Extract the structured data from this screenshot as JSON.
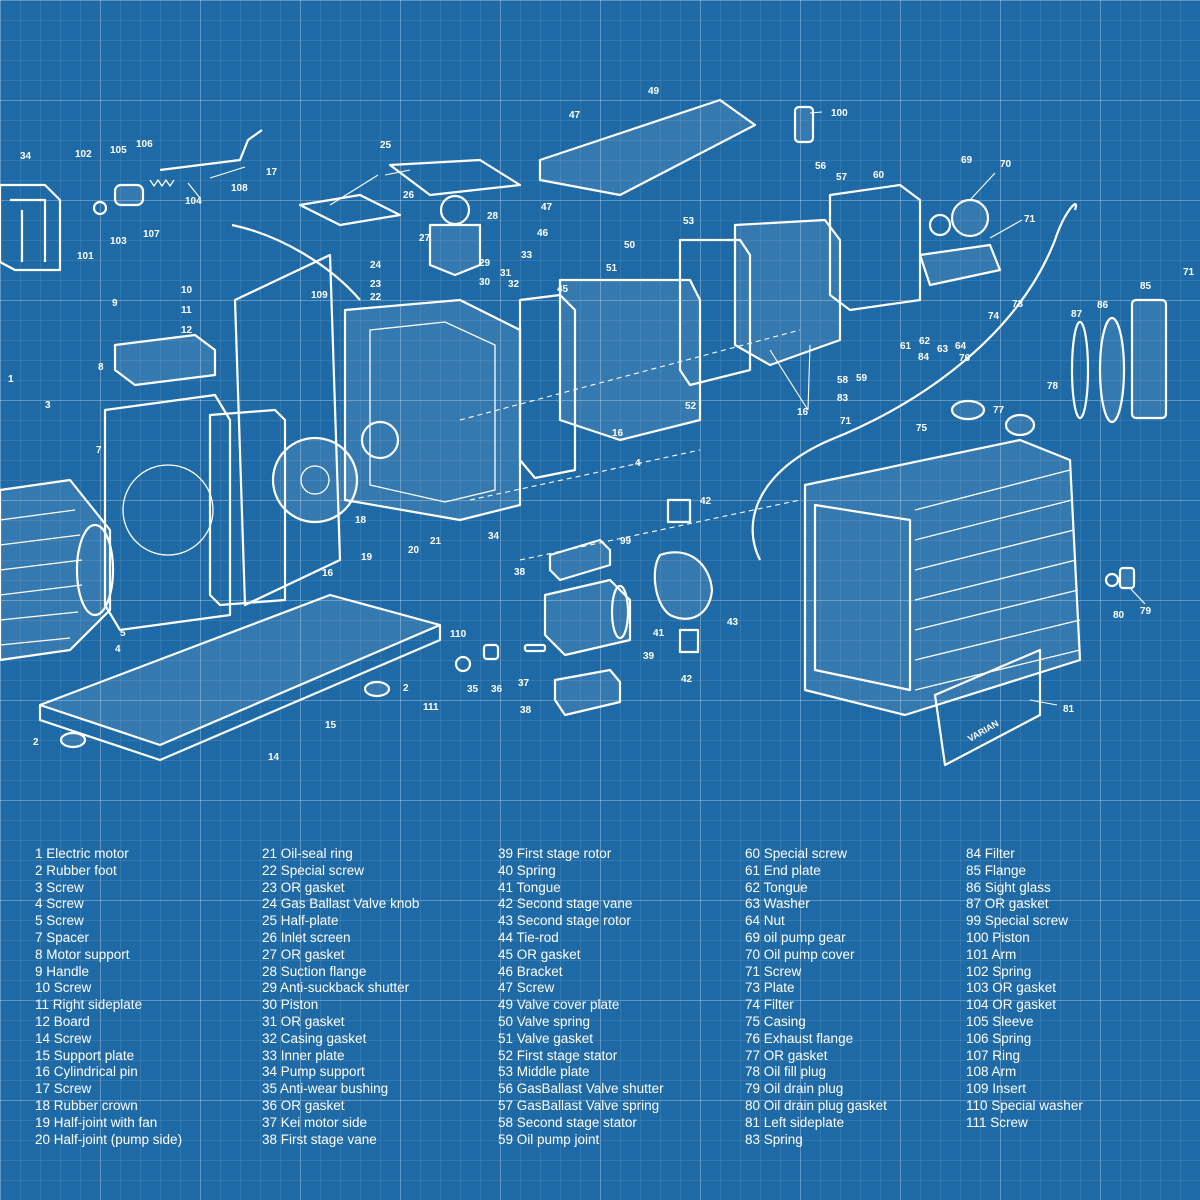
{
  "callouts": [
    {
      "id": "c1",
      "text": "1"
    },
    {
      "id": "c2a",
      "text": "2"
    },
    {
      "id": "c2b",
      "text": "2"
    },
    {
      "id": "c3",
      "text": "3"
    },
    {
      "id": "c4",
      "text": "4"
    },
    {
      "id": "c4b",
      "text": "4"
    },
    {
      "id": "c5",
      "text": "5"
    },
    {
      "id": "c7",
      "text": "7"
    },
    {
      "id": "c8",
      "text": "8"
    },
    {
      "id": "c9",
      "text": "9"
    },
    {
      "id": "c10",
      "text": "10"
    },
    {
      "id": "c11",
      "text": "11"
    },
    {
      "id": "c12",
      "text": "12"
    },
    {
      "id": "c14",
      "text": "14"
    },
    {
      "id": "c15",
      "text": "15"
    },
    {
      "id": "c16a",
      "text": "16"
    },
    {
      "id": "c16b",
      "text": "16"
    },
    {
      "id": "c16c",
      "text": "16"
    },
    {
      "id": "c17",
      "text": "17"
    },
    {
      "id": "c18",
      "text": "18"
    },
    {
      "id": "c19",
      "text": "19"
    },
    {
      "id": "c20",
      "text": "20"
    },
    {
      "id": "c21",
      "text": "21"
    },
    {
      "id": "c22",
      "text": "22"
    },
    {
      "id": "c23",
      "text": "23"
    },
    {
      "id": "c24",
      "text": "24"
    },
    {
      "id": "c25",
      "text": "25"
    },
    {
      "id": "c26",
      "text": "26"
    },
    {
      "id": "c27",
      "text": "27"
    },
    {
      "id": "c28",
      "text": "28"
    },
    {
      "id": "c29",
      "text": "29"
    },
    {
      "id": "c30",
      "text": "30"
    },
    {
      "id": "c31",
      "text": "31"
    },
    {
      "id": "c32",
      "text": "32"
    },
    {
      "id": "c33",
      "text": "33"
    },
    {
      "id": "c34a",
      "text": "34"
    },
    {
      "id": "c34b",
      "text": "34"
    },
    {
      "id": "c35",
      "text": "35"
    },
    {
      "id": "c36",
      "text": "36"
    },
    {
      "id": "c37",
      "text": "37"
    },
    {
      "id": "c38a",
      "text": "38"
    },
    {
      "id": "c38b",
      "text": "38"
    },
    {
      "id": "c39",
      "text": "39"
    },
    {
      "id": "c41",
      "text": "41"
    },
    {
      "id": "c42a",
      "text": "42"
    },
    {
      "id": "c42b",
      "text": "42"
    },
    {
      "id": "c43",
      "text": "43"
    },
    {
      "id": "c45",
      "text": "45"
    },
    {
      "id": "c46",
      "text": "46"
    },
    {
      "id": "c47a",
      "text": "47"
    },
    {
      "id": "c47b",
      "text": "47"
    },
    {
      "id": "c49",
      "text": "49"
    },
    {
      "id": "c50",
      "text": "50"
    },
    {
      "id": "c51",
      "text": "51"
    },
    {
      "id": "c52",
      "text": "52"
    },
    {
      "id": "c53",
      "text": "53"
    },
    {
      "id": "c56",
      "text": "56"
    },
    {
      "id": "c57",
      "text": "57"
    },
    {
      "id": "c58",
      "text": "58"
    },
    {
      "id": "c59",
      "text": "59"
    },
    {
      "id": "c60",
      "text": "60"
    },
    {
      "id": "c61",
      "text": "61"
    },
    {
      "id": "c62",
      "text": "62"
    },
    {
      "id": "c63",
      "text": "63"
    },
    {
      "id": "c64",
      "text": "64"
    },
    {
      "id": "c69",
      "text": "69"
    },
    {
      "id": "c70",
      "text": "70"
    },
    {
      "id": "c71a",
      "text": "71"
    },
    {
      "id": "c71b",
      "text": "71"
    },
    {
      "id": "c71c",
      "text": "71"
    },
    {
      "id": "c73",
      "text": "73"
    },
    {
      "id": "c74",
      "text": "74"
    },
    {
      "id": "c75",
      "text": "75"
    },
    {
      "id": "c76",
      "text": "76"
    },
    {
      "id": "c77",
      "text": "77"
    },
    {
      "id": "c78",
      "text": "78"
    },
    {
      "id": "c79",
      "text": "79"
    },
    {
      "id": "c80",
      "text": "80"
    },
    {
      "id": "c81",
      "text": "81"
    },
    {
      "id": "c83",
      "text": "83"
    },
    {
      "id": "c84",
      "text": "84"
    },
    {
      "id": "c85",
      "text": "85"
    },
    {
      "id": "c86",
      "text": "86"
    },
    {
      "id": "c87",
      "text": "87"
    },
    {
      "id": "c99",
      "text": "99"
    },
    {
      "id": "c100",
      "text": "100"
    },
    {
      "id": "c101",
      "text": "101"
    },
    {
      "id": "c102",
      "text": "102"
    },
    {
      "id": "c103",
      "text": "103"
    },
    {
      "id": "c104",
      "text": "104"
    },
    {
      "id": "c105",
      "text": "105"
    },
    {
      "id": "c106",
      "text": "106"
    },
    {
      "id": "c107",
      "text": "107"
    },
    {
      "id": "c108",
      "text": "108"
    },
    {
      "id": "c109",
      "text": "109"
    },
    {
      "id": "c110",
      "text": "110"
    },
    {
      "id": "c111",
      "text": "111"
    }
  ],
  "brand": "VARIAN",
  "legend": {
    "columns": [
      [
        "1 Electric motor",
        "2 Rubber foot",
        "3 Screw",
        "4 Screw",
        "5 Screw",
        "7 Spacer",
        "8 Motor support",
        "9 Handle",
        "10 Screw",
        "11 Right sideplate",
        "12 Board",
        "14 Screw",
        "15 Support plate",
        "16 Cylindrical pin",
        "17 Screw",
        "18 Rubber crown",
        "19 Half-joint with fan",
        "20 Half-joint (pump side)"
      ],
      [
        "21 Oil-seal ring",
        "22 Special screw",
        "23 OR gasket",
        "24 Gas Ballast Valve knob",
        "25 Half-plate",
        "26 Inlet screen",
        "27 OR gasket",
        "28 Suction flange",
        "29 Anti-suckback shutter",
        "30 Piston",
        "31 OR gasket",
        "32 Casing gasket",
        "33 Inner plate",
        "34 Pump support",
        "35 Anti-wear bushing",
        "36 OR gasket",
        "37 Kei motor side",
        "38 First stage vane"
      ],
      [
        "39 First stage rotor",
        "40 Spring",
        "41 Tongue",
        "42 Second stage vane",
        "43 Second stage rotor",
        "44 Tie-rod",
        "45 OR gasket",
        "46 Bracket",
        "47 Screw",
        "49 Valve cover plate",
        "50 Valve spring",
        "51 Valve gasket",
        "52 First stage stator",
        "53 Middle plate",
        "56 GasBallast Valve shutter",
        "57 GasBallast Valve spring",
        "58 Second stage stator",
        "59 Oil pump joint"
      ],
      [
        "60 Special screw",
        "61 End plate",
        "62 Tongue",
        "63 Washer",
        "64 Nut",
        "69  oil pump gear",
        "70 Oil pump cover",
        "71 Screw",
        "73 Plate",
        "74 Filter",
        "75 Casing",
        "76 Exhaust flange",
        "77 OR gasket",
        "78 Oil fill plug",
        "79 Oil drain plug",
        "80 Oil drain plug gasket",
        "81 Left sideplate",
        "83 Spring"
      ],
      [
        "84 Filter",
        "85 Flange",
        "86 Sight glass",
        "87 OR gasket",
        "99 Special screw",
        "100 Piston",
        "101 Arm",
        "102 Spring",
        "103 OR gasket",
        "104 OR gasket",
        "105 Sleeve",
        "106 Spring",
        "107 Ring",
        "108 Arm",
        "109 Insert",
        "110 Special washer",
        "111 Screw"
      ]
    ]
  }
}
